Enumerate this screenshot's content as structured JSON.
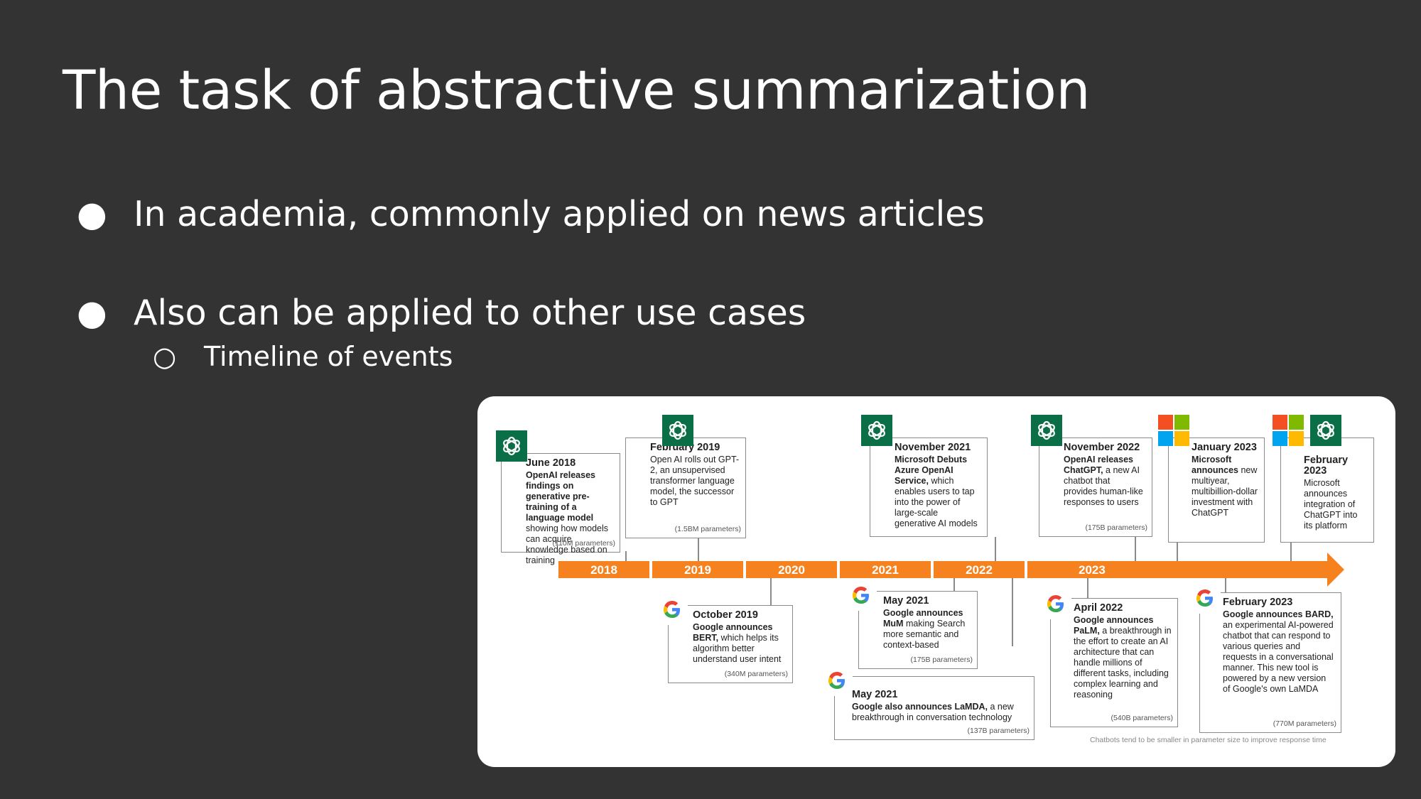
{
  "slide": {
    "title": "The task of abstractive summarization",
    "bullets": [
      {
        "marker": "●",
        "text": "In academia, commonly applied on news articles"
      },
      {
        "marker": "●",
        "text": "Also can be applied to other use cases"
      }
    ],
    "sub_bullet": {
      "marker": "○",
      "text": "Timeline of events"
    }
  },
  "timeline": {
    "years": [
      "2018",
      "2019",
      "2020",
      "2021",
      "2022",
      "2023"
    ],
    "top_events": [
      {
        "date": "June 2018",
        "bold": "OpenAI releases findings on generative pre-training of a language model",
        "rest": " showing how models can acquire knowledge based on training",
        "params": "(110M parameters)",
        "logo": "openai-logo"
      },
      {
        "date": "February 2019",
        "bold": "",
        "rest": "Open AI rolls out GPT-2, an unsupervised transformer language model, the successor to GPT",
        "params": "(1.5BM parameters)",
        "logo": "openai-logo"
      },
      {
        "date": "November 2021",
        "bold": "Microsoft Debuts Azure OpenAI Service,",
        "rest": " which enables users to tap into the power of large-scale generative AI models",
        "params": "",
        "logo": "openai-logo"
      },
      {
        "date": "November 2022",
        "bold": "OpenAI releases ChatGPT,",
        "rest": " a new AI chatbot that provides human-like responses to users",
        "params": "(175B parameters)",
        "logo": "openai-logo"
      },
      {
        "date": "January 2023",
        "bold": "Microsoft announces",
        "rest": " new multiyear, multibillion-dollar investment with ChatGPT",
        "params": "",
        "logo": "microsoft-logo"
      },
      {
        "date": "February 2023",
        "bold": "",
        "rest": "Microsoft announces integration of ChatGPT into its platform",
        "params": "",
        "logo": "microsoft-openai-logo"
      }
    ],
    "bottom_events": [
      {
        "date": "October 2019",
        "bold": "Google announces BERT,",
        "rest": " which helps its algorithm better understand user intent",
        "params": "(340M parameters)",
        "logo": "google-logo"
      },
      {
        "date": "May 2021",
        "bold": "Google announces MuM",
        "rest": " making Search more semantic and context-based",
        "params": "(175B parameters)",
        "logo": "google-logo"
      },
      {
        "date": "May 2021",
        "bold": "Google also announces LaMDA,",
        "rest": " a new breakthrough in conversation technology",
        "params": "(137B parameters)",
        "logo": "google-logo"
      },
      {
        "date": "April 2022",
        "bold": "Google announces PaLM,",
        "rest": " a breakthrough in the effort to create an AI architecture that can handle millions of different tasks, including complex learning and reasoning",
        "params": "(540B parameters)",
        "logo": "google-logo"
      },
      {
        "date": "February 2023",
        "bold": "Google announces BARD,",
        "rest": " an experimental AI-powered chatbot that can respond to various queries and requests in a conversational manner. This new tool is powered by a new version of Google's own LaMDA",
        "params": "(770M parameters)",
        "logo": "google-logo"
      }
    ],
    "footnote": "Chatbots tend to be smaller in parameter size to improve response time",
    "colors": {
      "bar": "#f5821f",
      "openai_green": "#0a6e46"
    }
  }
}
